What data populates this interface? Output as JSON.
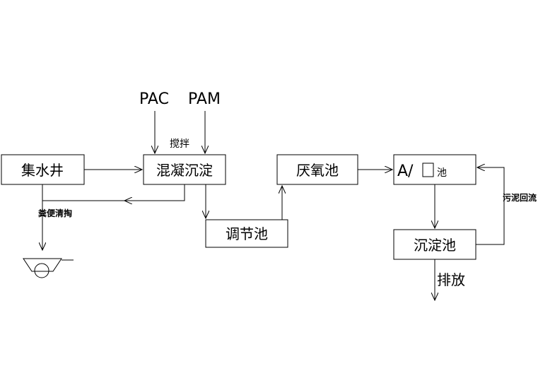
{
  "nodes": {
    "collection_well": "集水井",
    "coag_sed": "混凝沉淀",
    "equalization": "调节池",
    "anaerobic": "厌氧池",
    "ao_tank_a": "A/",
    "ao_tank_b": "池",
    "sedimentation": "沉淀池"
  },
  "inputs": {
    "pac": "PAC",
    "pam": "PAM"
  },
  "labels": {
    "stir": "搅拌",
    "manure_clear": "粪便清掏",
    "sludge_return": "污泥回流",
    "discharge": "排放"
  }
}
